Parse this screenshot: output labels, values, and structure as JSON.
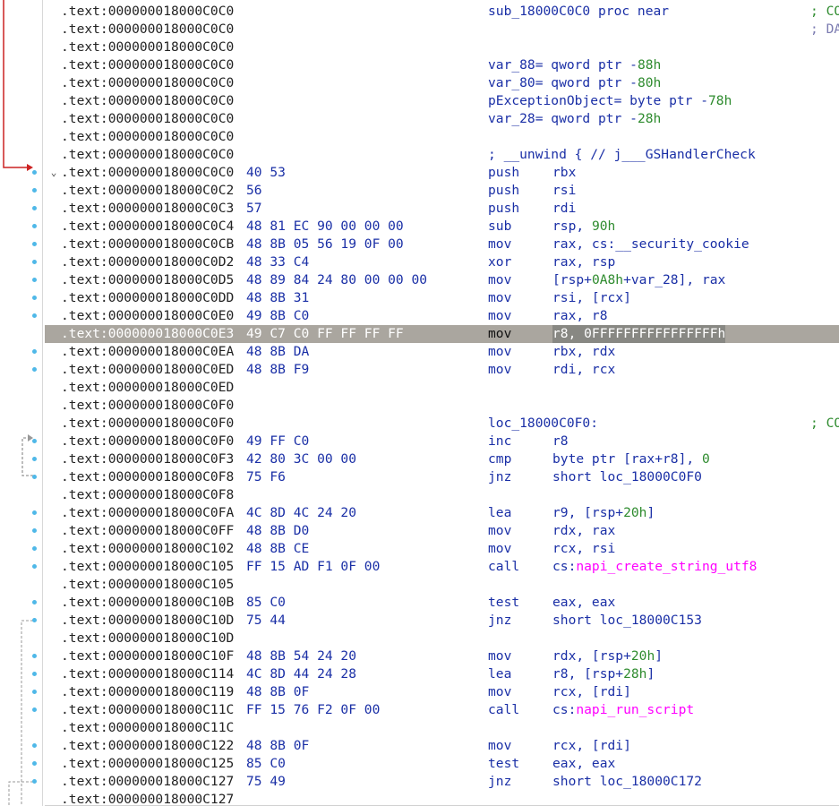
{
  "listing": {
    "rows": [
      {
        "addr": ".text:000000018000C0C0",
        "bytes": "",
        "label": "sub_18000C0C0 proc near",
        "right": "; CO",
        "right_style": "green"
      },
      {
        "addr": ".text:000000018000C0C0",
        "bytes": "",
        "right": "; DA",
        "right_style": "grey"
      },
      {
        "addr": ".text:000000018000C0C0",
        "bytes": ""
      },
      {
        "addr": ".text:000000018000C0C0",
        "bytes": "",
        "label": "var_88= qword ptr -88h"
      },
      {
        "addr": ".text:000000018000C0C0",
        "bytes": "",
        "label": "var_80= qword ptr -80h"
      },
      {
        "addr": ".text:000000018000C0C0",
        "bytes": "",
        "label": "pExceptionObject= byte ptr -78h"
      },
      {
        "addr": ".text:000000018000C0C0",
        "bytes": "",
        "label": "var_28= qword ptr -28h"
      },
      {
        "addr": ".text:000000018000C0C0",
        "bytes": ""
      },
      {
        "addr": ".text:000000018000C0C0",
        "bytes": "",
        "label": "; __unwind { // j___GSHandlerCheck"
      },
      {
        "addr": ".text:000000018000C0C0",
        "bytes": "40 53",
        "mnem": "push",
        "ops": "rbx",
        "collapse": "⌄",
        "bp": true
      },
      {
        "addr": ".text:000000018000C0C2",
        "bytes": "56",
        "mnem": "push",
        "ops": "rsi",
        "bp": true
      },
      {
        "addr": ".text:000000018000C0C3",
        "bytes": "57",
        "mnem": "push",
        "ops": "rdi",
        "bp": true
      },
      {
        "addr": ".text:000000018000C0C4",
        "bytes": "48 81 EC 90 00 00 00",
        "mnem": "sub",
        "ops": "rsp, 90h",
        "bp": true
      },
      {
        "addr": ".text:000000018000C0CB",
        "bytes": "48 8B 05 56 19 0F 00",
        "mnem": "mov",
        "ops": "rax, cs:__security_cookie",
        "bp": true
      },
      {
        "addr": ".text:000000018000C0D2",
        "bytes": "48 33 C4",
        "mnem": "xor",
        "ops": "rax, rsp",
        "bp": true
      },
      {
        "addr": ".text:000000018000C0D5",
        "bytes": "48 89 84 24 80 00 00 00",
        "mnem": "mov",
        "ops": "[rsp+0A8h+var_28], rax",
        "bp": true
      },
      {
        "addr": ".text:000000018000C0DD",
        "bytes": "48 8B 31",
        "mnem": "mov",
        "ops": "rsi, [rcx]",
        "bp": true
      },
      {
        "addr": ".text:000000018000C0E0",
        "bytes": "49 8B C0",
        "mnem": "mov",
        "ops": "rax, r8",
        "bp": true
      },
      {
        "addr": ".text:000000018000C0E3",
        "bytes": "49 C7 C0 FF FF FF FF",
        "mnem": "mov",
        "ops": "r8, 0FFFFFFFFFFFFFFFFh",
        "highlight": true
      },
      {
        "addr": ".text:000000018000C0EA",
        "bytes": "48 8B DA",
        "mnem": "mov",
        "ops": "rbx, rdx",
        "bp": true
      },
      {
        "addr": ".text:000000018000C0ED",
        "bytes": "48 8B F9",
        "mnem": "mov",
        "ops": "rdi, rcx",
        "bp": true
      },
      {
        "addr": ".text:000000018000C0ED",
        "bytes": ""
      },
      {
        "addr": ".text:000000018000C0F0",
        "bytes": ""
      },
      {
        "addr": ".text:000000018000C0F0",
        "bytes": "",
        "label": "loc_18000C0F0:",
        "right": "; CO",
        "right_style": "green"
      },
      {
        "addr": ".text:000000018000C0F0",
        "bytes": "49 FF C0",
        "mnem": "inc",
        "ops": "r8",
        "bp": true
      },
      {
        "addr": ".text:000000018000C0F3",
        "bytes": "42 80 3C 00 00",
        "mnem": "cmp",
        "ops": "byte ptr [rax+r8], 0",
        "bp": true
      },
      {
        "addr": ".text:000000018000C0F8",
        "bytes": "75 F6",
        "mnem": "jnz",
        "ops": "short loc_18000C0F0",
        "bp": true
      },
      {
        "addr": ".text:000000018000C0F8",
        "bytes": ""
      },
      {
        "addr": ".text:000000018000C0FA",
        "bytes": "4C 8D 4C 24 20",
        "mnem": "lea",
        "ops": "r9, [rsp+20h]",
        "bp": true
      },
      {
        "addr": ".text:000000018000C0FF",
        "bytes": "48 8B D0",
        "mnem": "mov",
        "ops": "rdx, rax",
        "bp": true
      },
      {
        "addr": ".text:000000018000C102",
        "bytes": "48 8B CE",
        "mnem": "mov",
        "ops": "rcx, rsi",
        "bp": true
      },
      {
        "addr": ".text:000000018000C105",
        "bytes": "FF 15 AD F1 0F 00",
        "mnem": "call",
        "ops": "cs:napi_create_string_utf8",
        "bp": true
      },
      {
        "addr": ".text:000000018000C105",
        "bytes": ""
      },
      {
        "addr": ".text:000000018000C10B",
        "bytes": "85 C0",
        "mnem": "test",
        "ops": "eax, eax",
        "bp": true
      },
      {
        "addr": ".text:000000018000C10D",
        "bytes": "75 44",
        "mnem": "jnz",
        "ops": "short loc_18000C153",
        "bp": true
      },
      {
        "addr": ".text:000000018000C10D",
        "bytes": ""
      },
      {
        "addr": ".text:000000018000C10F",
        "bytes": "48 8B 54 24 20",
        "mnem": "mov",
        "ops": "rdx, [rsp+20h]",
        "bp": true
      },
      {
        "addr": ".text:000000018000C114",
        "bytes": "4C 8D 44 24 28",
        "mnem": "lea",
        "ops": "r8, [rsp+28h]",
        "bp": true
      },
      {
        "addr": ".text:000000018000C119",
        "bytes": "48 8B 0F",
        "mnem": "mov",
        "ops": "rcx, [rdi]",
        "bp": true
      },
      {
        "addr": ".text:000000018000C11C",
        "bytes": "FF 15 76 F2 0F 00",
        "mnem": "call",
        "ops": "cs:napi_run_script",
        "bp": true
      },
      {
        "addr": ".text:000000018000C11C",
        "bytes": ""
      },
      {
        "addr": ".text:000000018000C122",
        "bytes": "48 8B 0F",
        "mnem": "mov",
        "ops": "rcx, [rdi]",
        "bp": true
      },
      {
        "addr": ".text:000000018000C125",
        "bytes": "85 C0",
        "mnem": "test",
        "ops": "eax, eax",
        "bp": true
      },
      {
        "addr": ".text:000000018000C127",
        "bytes": "75 49",
        "mnem": "jnz",
        "ops": "short loc_18000C172",
        "bp": true
      },
      {
        "addr": ".text:000000018000C127",
        "bytes": ""
      }
    ]
  },
  "colors": {
    "address": "#222222",
    "instruction": "#1a2fa6",
    "number": "#2e8b2e",
    "import": "#ff00ff",
    "comment": "#2e8b2e",
    "highlight_row": "#aaa69f",
    "breakpoint_dot": "#4fb8e8",
    "flow_arrow": "#cc2222"
  }
}
